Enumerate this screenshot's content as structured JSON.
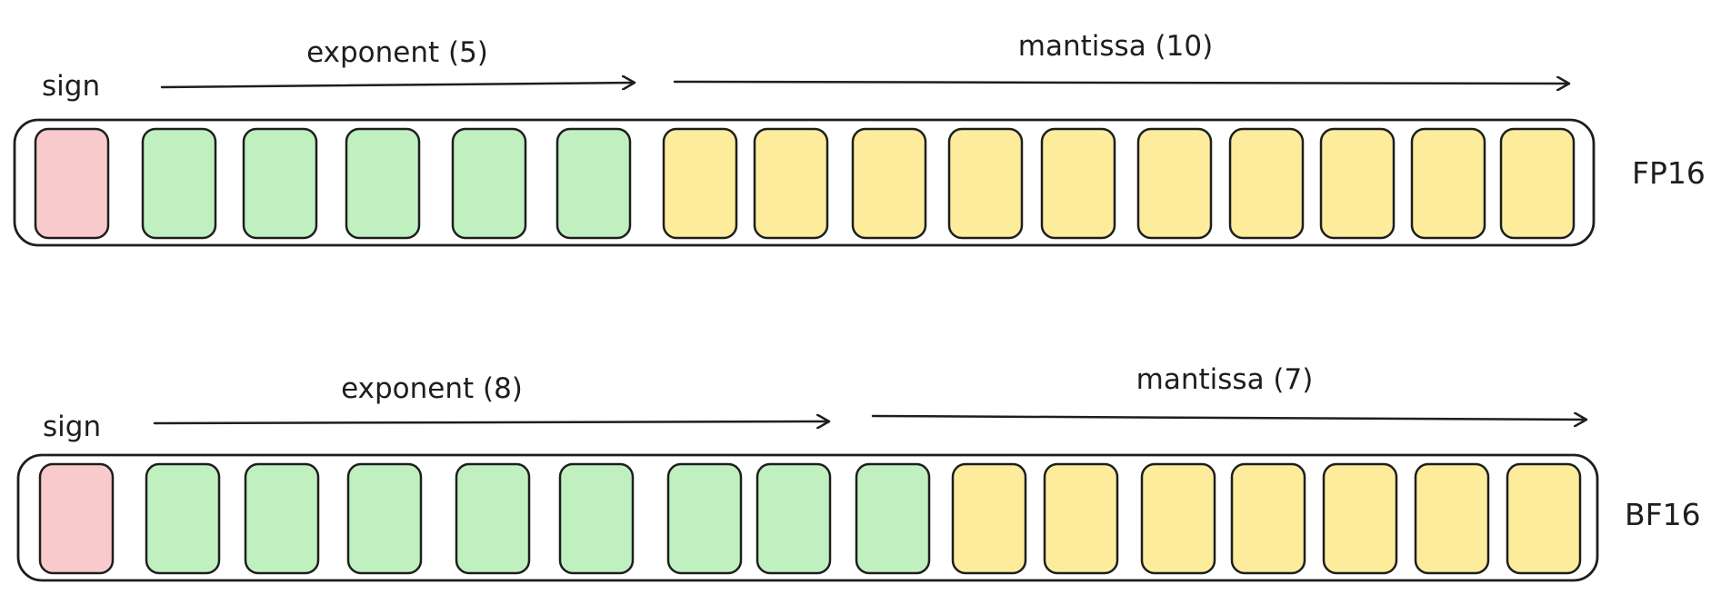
{
  "colors": {
    "sign": "#f8cacc",
    "exponent": "#c0f0c0",
    "mantissa": "#fcec9c",
    "stroke": "#1e1e1e"
  },
  "formats": [
    {
      "name": "FP16",
      "sign_label": "sign",
      "exponent_label": "exponent (5)",
      "mantissa_label": "mantissa (10)",
      "sign_bits": 1,
      "exponent_bits": 5,
      "mantissa_bits": 10
    },
    {
      "name": "BF16",
      "sign_label": "sign",
      "exponent_label": "exponent (8)",
      "mantissa_label": "mantissa (7)",
      "sign_bits": 1,
      "exponent_bits": 8,
      "mantissa_bits": 7
    }
  ]
}
